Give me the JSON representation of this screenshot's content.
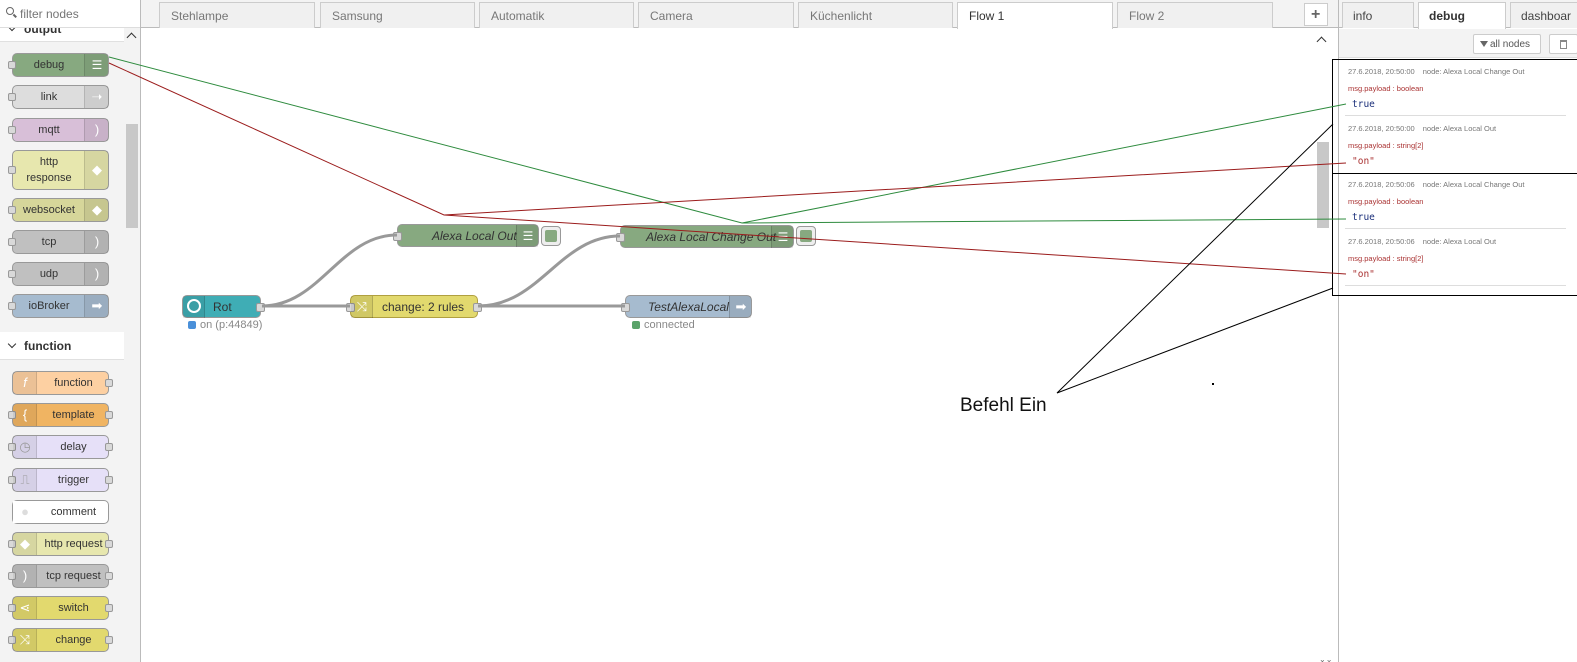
{
  "palette": {
    "filter_placeholder": "filter nodes",
    "categories": [
      "output",
      "function"
    ],
    "output_nodes": [
      "debug",
      "link",
      "mqtt",
      "http response",
      "websocket",
      "tcp",
      "udp",
      "ioBroker"
    ],
    "function_nodes": [
      "function",
      "template",
      "delay",
      "trigger",
      "comment",
      "http request",
      "tcp request",
      "switch",
      "change"
    ]
  },
  "tabs": [
    "Stehlampe",
    "Samsung",
    "Automatik",
    "Camera",
    "Küchenlicht",
    "Flow 1",
    "Flow 2"
  ],
  "active_tab": "Flow 1",
  "add_flow_icon": "+",
  "flow": {
    "nodes": {
      "rot": {
        "label": "Rot",
        "status": "on (p:44849)",
        "status_color": "#4a90d9"
      },
      "change": {
        "label": "change: 2 rules"
      },
      "alexa_out": {
        "label": "Alexa Local Out"
      },
      "alexa_change_out": {
        "label": "Alexa Local Change Out"
      },
      "test": {
        "label": "TestAlexaLocal",
        "status": "connected",
        "status_color": "#5aa36a"
      }
    },
    "annotation": "Befehl Ein"
  },
  "sidebar": {
    "tabs": [
      "info",
      "debug",
      "dashboar"
    ],
    "active_tab": "debug",
    "filter_label": "all nodes",
    "messages": [
      {
        "time": "27.6.2018, 20:50:00",
        "node": "node: Alexa Local Change Out",
        "topic": "msg.payload : boolean",
        "value": "true",
        "kind": "bool"
      },
      {
        "time": "27.6.2018, 20:50:00",
        "node": "node: Alexa Local Out",
        "topic": "msg.payload : string[2]",
        "value": "\"on\"",
        "kind": "str"
      },
      {
        "time": "27.6.2018, 20:50:06",
        "node": "node: Alexa Local Change Out",
        "topic": "msg.payload : boolean",
        "value": "true",
        "kind": "bool"
      },
      {
        "time": "27.6.2018, 20:50:06",
        "node": "node: Alexa Local Out",
        "topic": "msg.payload : string[2]",
        "value": "\"on\"",
        "kind": "str"
      }
    ]
  },
  "colors": {
    "debug_node": "#87a980",
    "link_node": "#dddddd",
    "mqtt_node": "#d8bfd8",
    "http_node": "#e7e7ae",
    "socket_node": "#c0c0c0",
    "iobroker_node": "#a6bbcf",
    "function_node": "#fdd0a2",
    "template_node": "#f0b462",
    "delay_node": "#e6e0f8",
    "comment_node": "#ffffff",
    "switch_node": "#e2d96e",
    "inject_node": "#3fadb5",
    "wire": "#999999",
    "annotation_green": "#2e8b3e",
    "annotation_red": "#9b1c1c"
  }
}
